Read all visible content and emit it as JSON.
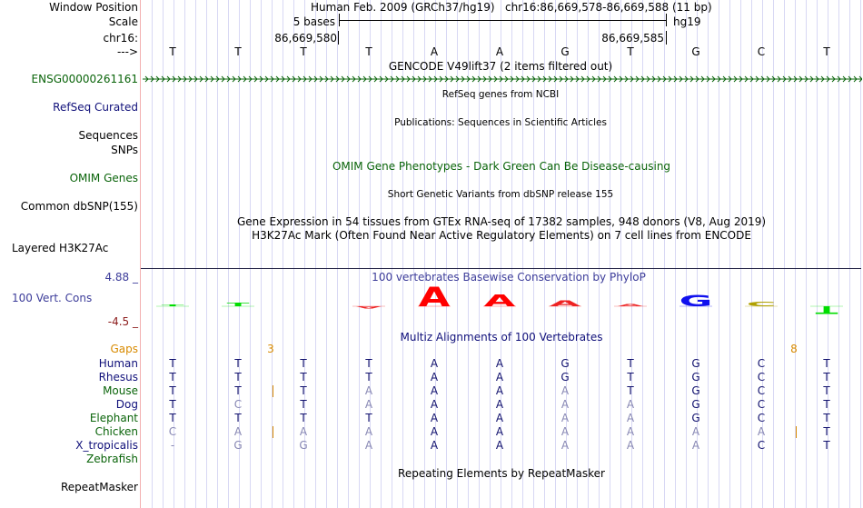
{
  "labels": {
    "window_position": "Window Position",
    "scale": "Scale",
    "chrom": "chr16:",
    "strand": "--->",
    "gencode_gene": "ENSG00000261161",
    "refseq": "RefSeq Curated",
    "sequences": "Sequences",
    "snps": "SNPs",
    "omim": "OMIM Genes",
    "dbsnp": "Common dbSNP(155)",
    "h3k27ac": "Layered H3K27Ac",
    "cons_max": "4.88 _",
    "cons": "100 Vert. Cons",
    "cons_min": "-4.5 _",
    "gaps": "Gaps",
    "repeatmasker": "RepeatMasker"
  },
  "header": {
    "assembly": "Human Feb. 2009 (GRCh37/hg19)",
    "position": "chr16:86,669,578-86,669,588 (11 bp)",
    "scale_label": "5 bases",
    "scale_db": "hg19",
    "pos_left": "86,669,580",
    "pos_right": "86,669,585"
  },
  "reference_bases": [
    "T",
    "T",
    "T",
    "T",
    "A",
    "A",
    "G",
    "T",
    "G",
    "C",
    "T"
  ],
  "tracks": {
    "gencode": "GENCODE V49lift37 (2 items filtered out)",
    "refseq": "RefSeq genes from NCBI",
    "publications": "Publications: Sequences in Scientific Articles",
    "omim": "OMIM Gene Phenotypes - Dark Green Can Be Disease-causing",
    "dbsnp": "Short Genetic Variants from dbSNP release 155",
    "gtex": "Gene Expression in 54 tissues from GTEx RNA-seq of 17382 samples, 948 donors (V8, Aug 2019)",
    "h3k27ac": "H3K27Ac Mark (Often Found Near Active Regulatory Elements) on 7 cell lines from ENCODE",
    "phylop": "100 vertebrates Basewise Conservation by PhyloP",
    "multiz": "Multiz Alignments of 100 Vertebrates",
    "repeatmasker": "Repeating Elements by RepeatMasker"
  },
  "conservation": [
    {
      "base": "T",
      "score": 0.2,
      "color": "#00dd00"
    },
    {
      "base": "T",
      "score": 0.5,
      "color": "#00dd00"
    },
    {
      "base": "",
      "score": 0,
      "color": "#00dd00"
    },
    {
      "base": "A",
      "score": -0.3,
      "color": "#ee2222"
    },
    {
      "base": "A",
      "score": 2.6,
      "color": "#ff0000"
    },
    {
      "base": "A",
      "score": 1.6,
      "color": "#ff0000"
    },
    {
      "base": "A",
      "score": 0.8,
      "color": "#ee2222"
    },
    {
      "base": "A",
      "score": 0.3,
      "color": "#ee2222"
    },
    {
      "base": "G",
      "score": 1.5,
      "color": "#1010ee"
    },
    {
      "base": "C",
      "score": 0.6,
      "color": "#b0a000"
    },
    {
      "base": "T",
      "score": -1.0,
      "color": "#00dd00"
    }
  ],
  "gaps": [
    {
      "label": "3",
      "after_index": 1
    },
    {
      "label": "8",
      "after_index": 9
    }
  ],
  "species": [
    {
      "name": "Human",
      "color": "#10107a",
      "bases": [
        "T",
        "T",
        "T",
        "T",
        "A",
        "A",
        "G",
        "T",
        "G",
        "C",
        "T"
      ],
      "gap_marks": []
    },
    {
      "name": "Rhesus",
      "color": "#10107a",
      "bases": [
        "T",
        "T",
        "T",
        "T",
        "A",
        "A",
        "G",
        "T",
        "G",
        "C",
        "T"
      ],
      "gap_marks": []
    },
    {
      "name": "Mouse",
      "color": "#0a640a",
      "bases": [
        "T",
        "T",
        "T",
        "A",
        "A",
        "A",
        "A",
        "T",
        "G",
        "C",
        "T"
      ],
      "gap_marks": [
        1
      ]
    },
    {
      "name": "Dog",
      "color": "#10107a",
      "bases": [
        "T",
        "C",
        "T",
        "A",
        "A",
        "A",
        "A",
        "A",
        "G",
        "C",
        "T"
      ],
      "gap_marks": []
    },
    {
      "name": "Elephant",
      "color": "#0a640a",
      "bases": [
        "T",
        "T",
        "T",
        "T",
        "A",
        "A",
        "A",
        "A",
        "G",
        "C",
        "T"
      ],
      "gap_marks": []
    },
    {
      "name": "Chicken",
      "color": "#0a640a",
      "bases": [
        "C",
        "A",
        "A",
        "A",
        "A",
        "A",
        "A",
        "A",
        "A",
        "A",
        "T"
      ],
      "gap_marks": [
        1,
        9
      ]
    },
    {
      "name": "X_tropicalis",
      "color": "#10107a",
      "bases": [
        "-",
        "G",
        "G",
        "A",
        "A",
        "A",
        "A",
        "A",
        "A",
        "C",
        "T"
      ],
      "gap_marks": []
    },
    {
      "name": "Zebrafish",
      "color": "#0a640a",
      "bases": [],
      "gap_marks": []
    }
  ]
}
